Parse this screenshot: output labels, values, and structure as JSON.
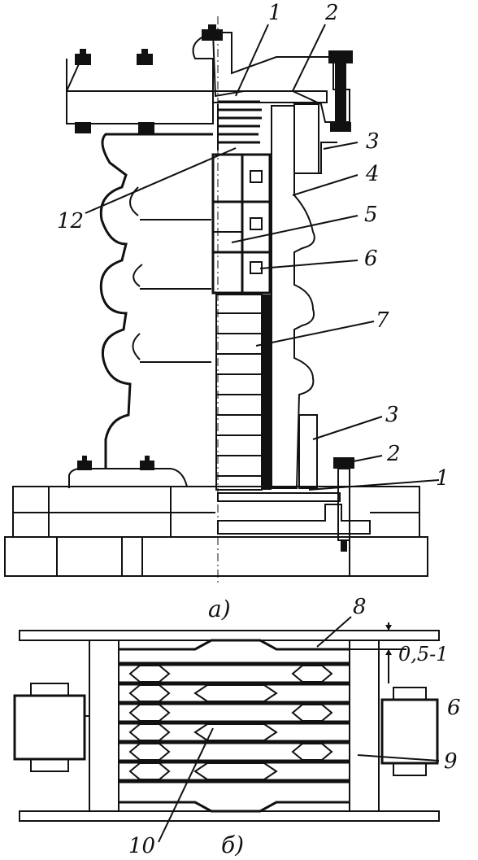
{
  "figure_a": {
    "caption": "а)",
    "labels": [
      "1",
      "2",
      "3",
      "4",
      "5",
      "6",
      "7",
      "3",
      "2",
      "1",
      "12"
    ]
  },
  "figure_b": {
    "caption": "б)",
    "labels": [
      "8",
      "0,5-1",
      "6",
      "9",
      "10"
    ]
  },
  "colors": {
    "ink": "#111111",
    "paper": "#ffffff"
  }
}
